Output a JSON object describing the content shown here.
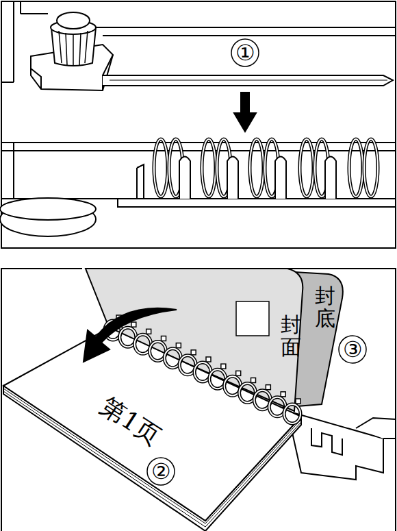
{
  "diagram": {
    "labels": [
      "①",
      "封面",
      "封底",
      "③",
      "第1页",
      "②"
    ]
  }
}
